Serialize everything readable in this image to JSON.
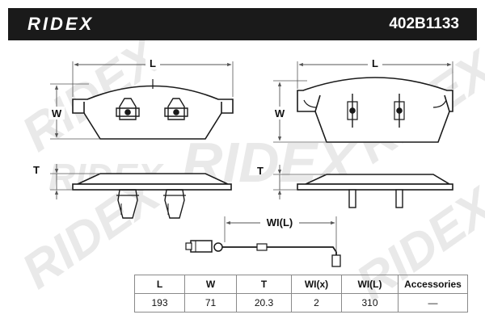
{
  "header": {
    "brand": "RIDEX",
    "part_number": "402B1133"
  },
  "watermark": "RIDEX",
  "drawing": {
    "length_label": "L",
    "width_label": "W",
    "thickness_label": "T",
    "sensor_length_label": "WI(L)"
  },
  "spec_table": {
    "headers": [
      "L",
      "W",
      "T",
      "WI(x)",
      "WI(L)",
      "Accessories"
    ],
    "values": [
      "193",
      "71",
      "20.3",
      "2",
      "310",
      "—"
    ]
  },
  "colors": {
    "header_background": "#1a1a1a",
    "line": "#1a1a1a",
    "dimension_line": "#555555",
    "watermark": "#e9e9e9"
  }
}
